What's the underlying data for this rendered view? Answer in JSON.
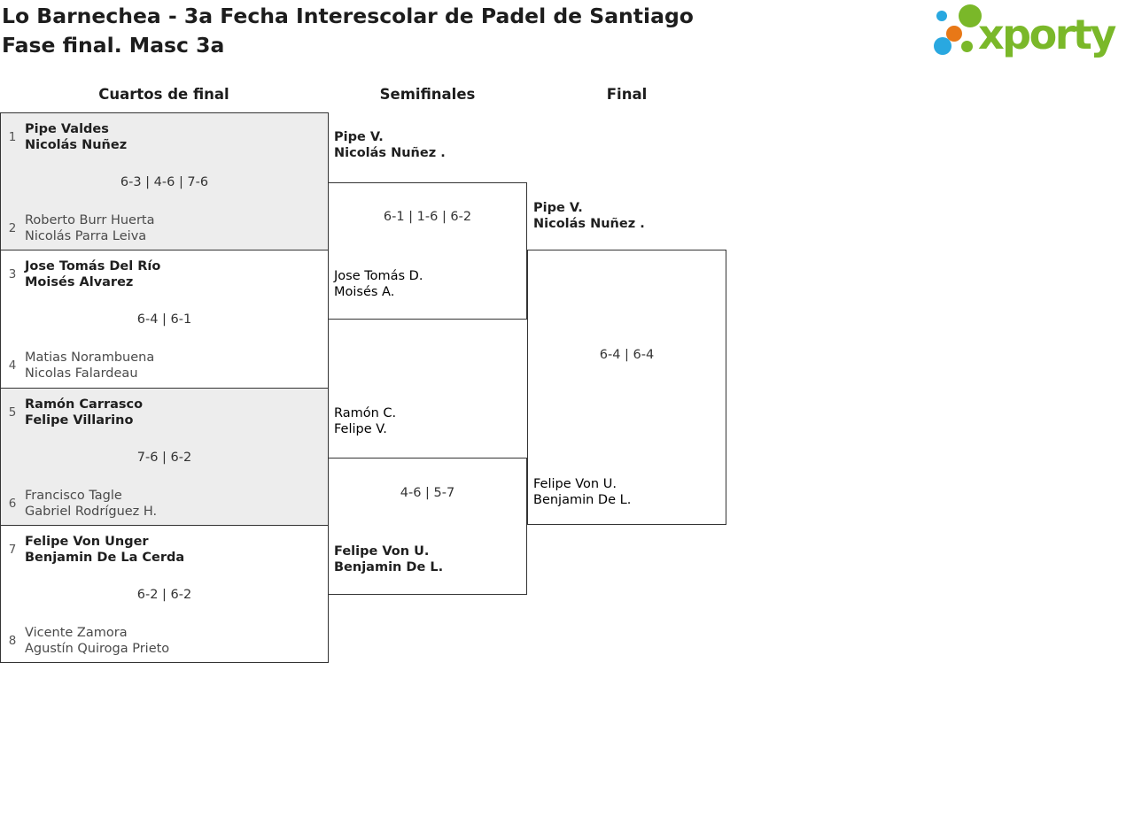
{
  "header": {
    "title_line1": "Lo Barnechea - 3a Fecha Interescolar de Padel de Santiago",
    "title_line2": "Fase final. Masc 3a",
    "logo_text": "xporty"
  },
  "colors": {
    "logo_green": "#7ab829",
    "logo_blue": "#29a8e0",
    "logo_orange": "#e87817",
    "block_shaded_bg": "#ededed",
    "border": "#333333"
  },
  "rounds": {
    "quarterfinals_label": "Cuartos de final",
    "semifinals_label": "Semifinales",
    "final_label": "Final"
  },
  "bracket": {
    "quarterfinals": [
      {
        "top": {
          "seed": "1",
          "players": [
            "Pipe Valdes",
            "Nicolás Nuñez"
          ],
          "winner": true
        },
        "score": "6-3 | 4-6 | 7-6",
        "bottom": {
          "seed": "2",
          "players": [
            "Roberto Burr Huerta",
            "Nicolás Parra Leiva"
          ],
          "winner": false
        }
      },
      {
        "top": {
          "seed": "3",
          "players": [
            "Jose Tomás Del Río",
            "Moisés Alvarez"
          ],
          "winner": true
        },
        "score": "6-4 | 6-1",
        "bottom": {
          "seed": "4",
          "players": [
            "Matias Norambuena",
            "Nicolas Falardeau"
          ],
          "winner": false
        }
      },
      {
        "top": {
          "seed": "5",
          "players": [
            "Ramón Carrasco",
            "Felipe Villarino"
          ],
          "winner": true
        },
        "score": "7-6 | 6-2",
        "bottom": {
          "seed": "6",
          "players": [
            "Francisco Tagle",
            "Gabriel Rodríguez H."
          ],
          "winner": false
        }
      },
      {
        "top": {
          "seed": "7",
          "players": [
            "Felipe Von Unger",
            "Benjamin De La Cerda"
          ],
          "winner": true
        },
        "score": "6-2 | 6-2",
        "bottom": {
          "seed": "8",
          "players": [
            "Vicente Zamora",
            "Agustín Quiroga Prieto"
          ],
          "winner": false
        }
      }
    ],
    "semifinals": [
      {
        "top": {
          "players": [
            "Pipe V.",
            "Nicolás Nuñez ."
          ],
          "winner": true
        },
        "score": "6-1 | 1-6 | 6-2",
        "bottom": {
          "players": [
            "Jose Tomás D.",
            "Moisés A."
          ],
          "winner": false
        }
      },
      {
        "top": {
          "players": [
            "Ramón C.",
            "Felipe V."
          ],
          "winner": false
        },
        "score": "4-6 | 5-7",
        "bottom": {
          "players": [
            "Felipe Von U.",
            "Benjamin De L."
          ],
          "winner": true
        }
      }
    ],
    "final": {
      "top": {
        "players": [
          "Pipe V.",
          "Nicolás Nuñez ."
        ],
        "winner": true
      },
      "score": "6-4 | 6-4",
      "bottom": {
        "players": [
          "Felipe Von U.",
          "Benjamin De L."
        ],
        "winner": false
      }
    }
  }
}
